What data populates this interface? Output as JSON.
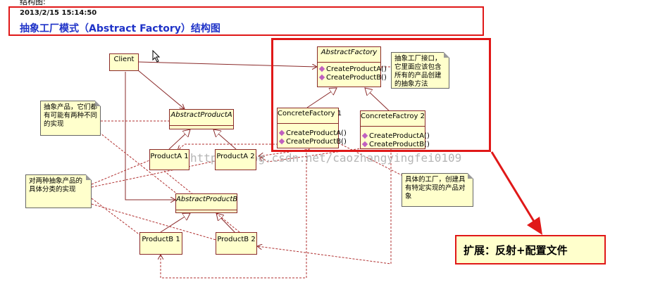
{
  "top_fragment": "结构图:",
  "header": {
    "date": "2013/2/15 15:14:50",
    "title": "抽象工厂模式（Abstract Factory）结构图"
  },
  "classes": {
    "client": "Client",
    "abstract_factory": {
      "name": "AbstractFactory",
      "ops": [
        "CreateProductA()",
        "CreateProductB()"
      ]
    },
    "concrete_factory_1": {
      "name": "ConcreteFactory 1",
      "ops": [
        "CreateProductA()",
        "CreateProductB()"
      ]
    },
    "concrete_factory_2": {
      "name": "ConcreteFactroy 2",
      "ops": [
        "CreateProductA()",
        "CreateProductB()"
      ]
    },
    "abstract_product_a": "AbstractProductA",
    "product_a1": "ProductA 1",
    "product_a2": "ProductA 2",
    "abstract_product_b": "AbstractProductB",
    "product_b1": "ProductB 1",
    "product_b2": "ProductB 2"
  },
  "notes": {
    "factory_interface": "抽象工厂接口，它里面应该包含所有的产品创建的抽象方法",
    "abstract_products": "抽象产品，它们都有可能有两种不同的实现",
    "concrete_products": "对两种抽象产品的具体分类的实现",
    "concrete_factory": "具体的工厂，创建具有特定实现的产品对象"
  },
  "extension_label": "扩展：反射+配置文件",
  "watermark": "http://blog.csdn.net/caozhangyingfei0109",
  "colors": {
    "highlight_red": "#e01818",
    "title_blue": "#1f33c8",
    "uml_fill": "#ffffcc",
    "uml_border": "#8a2a2a"
  }
}
